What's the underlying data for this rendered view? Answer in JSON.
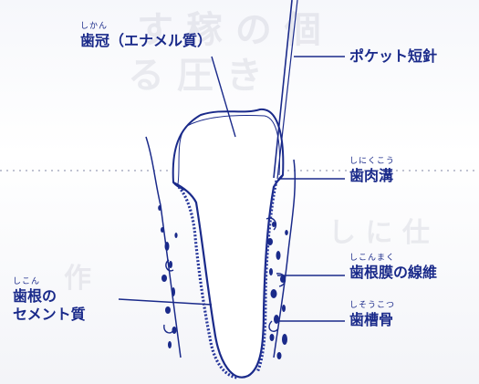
{
  "labels": {
    "crown": {
      "ruby": "しかん",
      "text": "歯冠（エナメル質）"
    },
    "probe": {
      "text": "ポケット短針"
    },
    "sulcus": {
      "ruby": "しにくこう",
      "text": "歯肉溝"
    },
    "ligament": {
      "ruby": "しこんまく",
      "text": "歯根膜の線維"
    },
    "bone": {
      "ruby": "しそうこつ",
      "text": "歯槽骨"
    },
    "cementum": {
      "ruby": "しこん",
      "line1": "歯根の",
      "line2": "セメント質"
    }
  },
  "colors": {
    "ink": "#1a2a8a",
    "background": "#f6f7fb"
  }
}
